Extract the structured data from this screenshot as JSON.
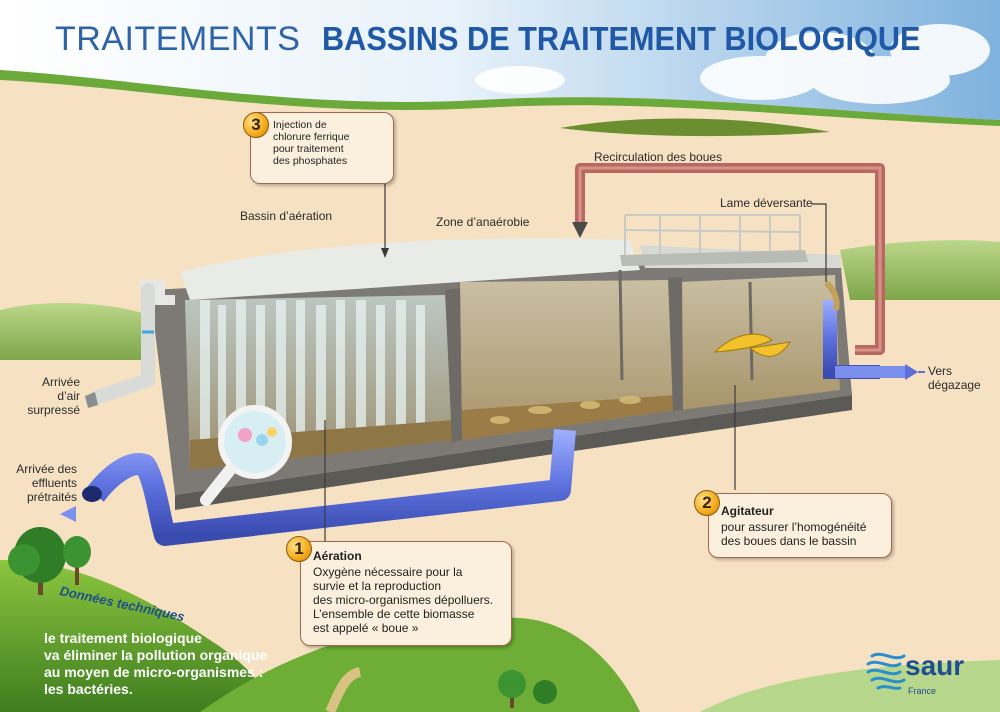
{
  "header": {
    "left_title": "TRAITEMENTS",
    "right_title": "BASSINS DE TRAITEMENT BIOLOGIQUE"
  },
  "labels": {
    "bassin_aeration": "Bassin d’aération",
    "zone_anaerobie": "Zone d’anaérobie",
    "recirculation": "Recirculation des boues",
    "lame_deversante": "Lame déversante",
    "vers_degazage": "Vers dégazage",
    "arrivee_air": [
      "Arrivée d’air",
      "surpressé"
    ],
    "arrivee_effluents": [
      "Arrivée des",
      "effluents",
      "prétraités"
    ]
  },
  "callouts": {
    "aeration": {
      "number": "1",
      "title": "Aération",
      "lines": [
        "Oxygène nécessaire pour la",
        "survie et la reproduction",
        "des micro-organismes dépolluers.",
        "L’ensemble de cette biomasse",
        "est appelé «  boue »"
      ]
    },
    "agitateur": {
      "number": "2",
      "title": "Agitateur",
      "lines": [
        "pour assurer l’homogénéité",
        "des boues dans le bassin"
      ]
    },
    "injection": {
      "number": "3",
      "lines": [
        "Injection de",
        "chlorure ferrique",
        "pour traitement",
        "des phosphates"
      ]
    }
  },
  "technical": {
    "title": "Données techniques",
    "lines": [
      "le traitement biologique",
      "va éliminer la pollution organique",
      "au moyen de micro-organismes :",
      "les bactéries."
    ]
  },
  "logo": {
    "word": "saur",
    "sub": "France",
    "color": "#1f4f8e"
  },
  "colors": {
    "title_blue": "#2f63a8",
    "callout_border": "#a6664c",
    "badge_gold": "#f4a91a",
    "pipe_blue": "#6f83e6",
    "recirc_red": "#b86a62"
  }
}
